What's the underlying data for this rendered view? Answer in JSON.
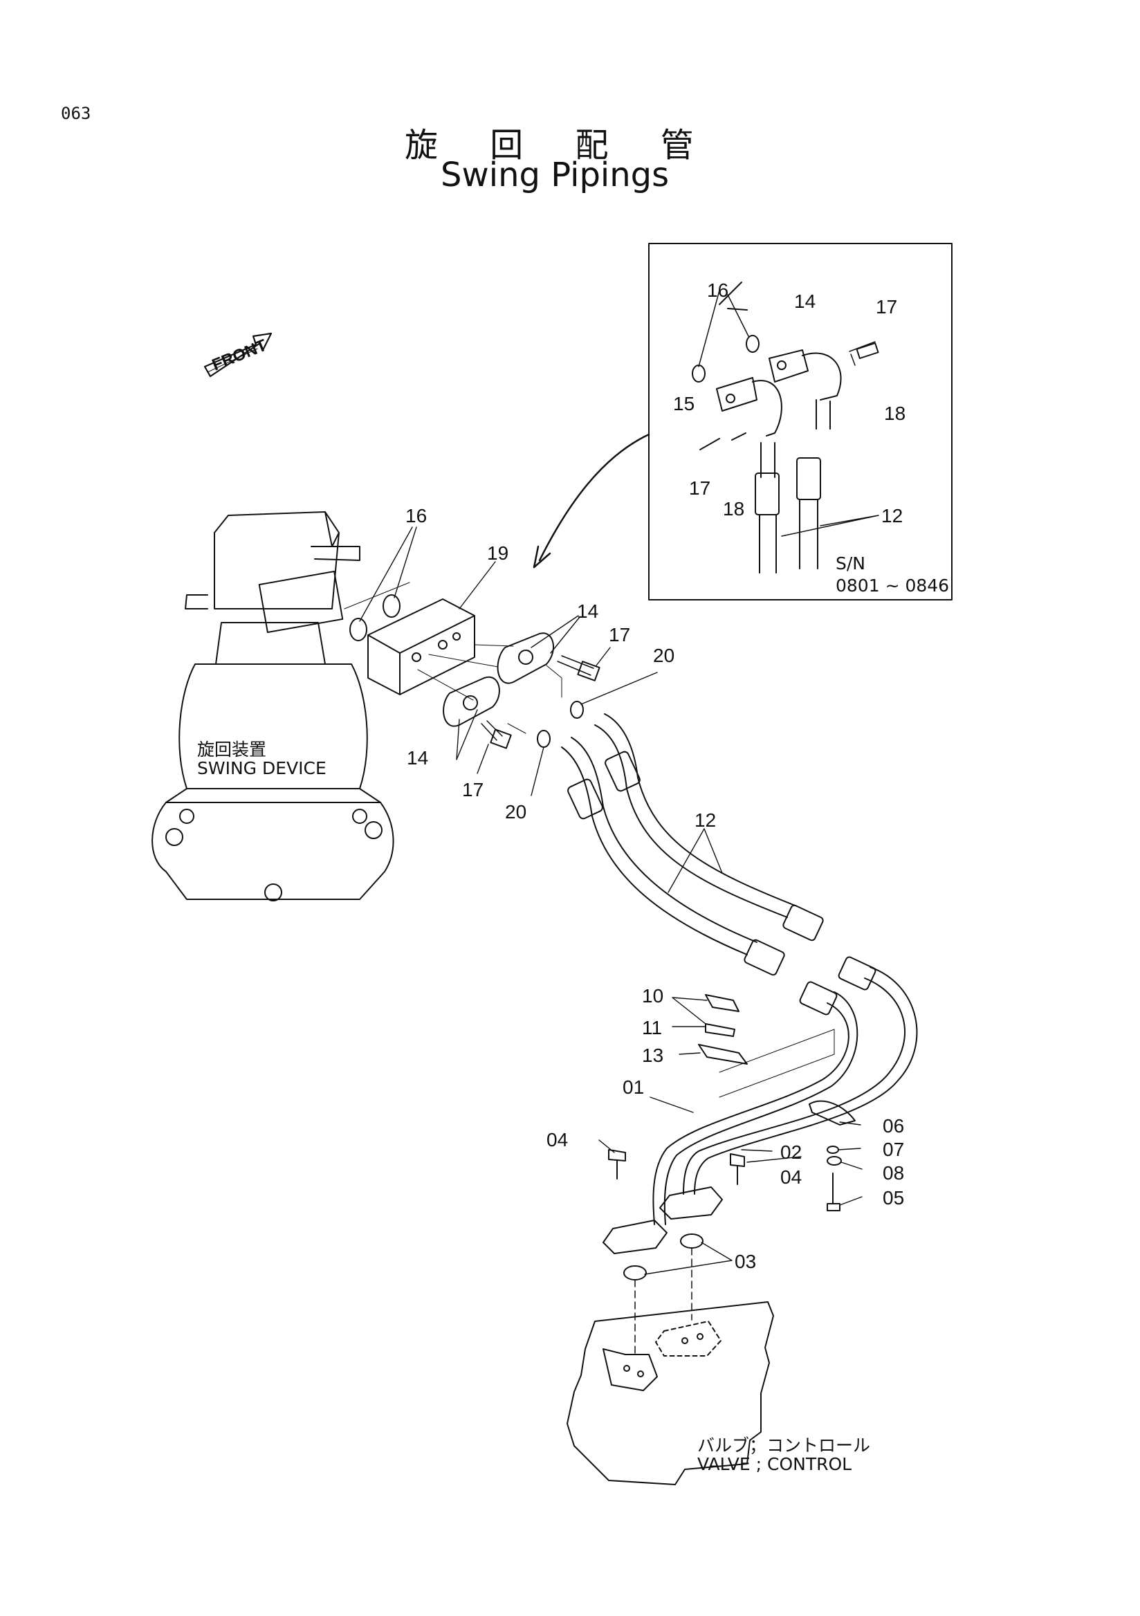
{
  "page": {
    "number": "063"
  },
  "title": {
    "japanese": "旋 回 配 管",
    "english": "Swing Pipings"
  },
  "front_marker": "FRONT",
  "inset": {
    "sn_label": "S/N",
    "sn_range": "0801 ~ 0846"
  },
  "components": {
    "swing_device_jp": "旋回装置",
    "swing_device_en": "SWING DEVICE",
    "control_valve_jp": "バルブ；コントロール",
    "control_valve_en": "VALVE ; CONTROL"
  },
  "callouts": {
    "c01": "01",
    "c02": "02",
    "c03": "03",
    "c04a": "04",
    "c04b": "04",
    "c05": "05",
    "c06": "06",
    "c07": "07",
    "c08": "08",
    "c10": "10",
    "c11": "11",
    "c12": "12",
    "c13": "13",
    "c14a": "14",
    "c14b": "14",
    "c16": "16",
    "c17a": "17",
    "c17b": "17",
    "c19": "19",
    "c20a": "20",
    "c20b": "20",
    "i16": "16",
    "i14": "14",
    "i17a": "17",
    "i15": "15",
    "i18a": "18",
    "i17b": "17",
    "i18b": "18",
    "i12": "12"
  }
}
